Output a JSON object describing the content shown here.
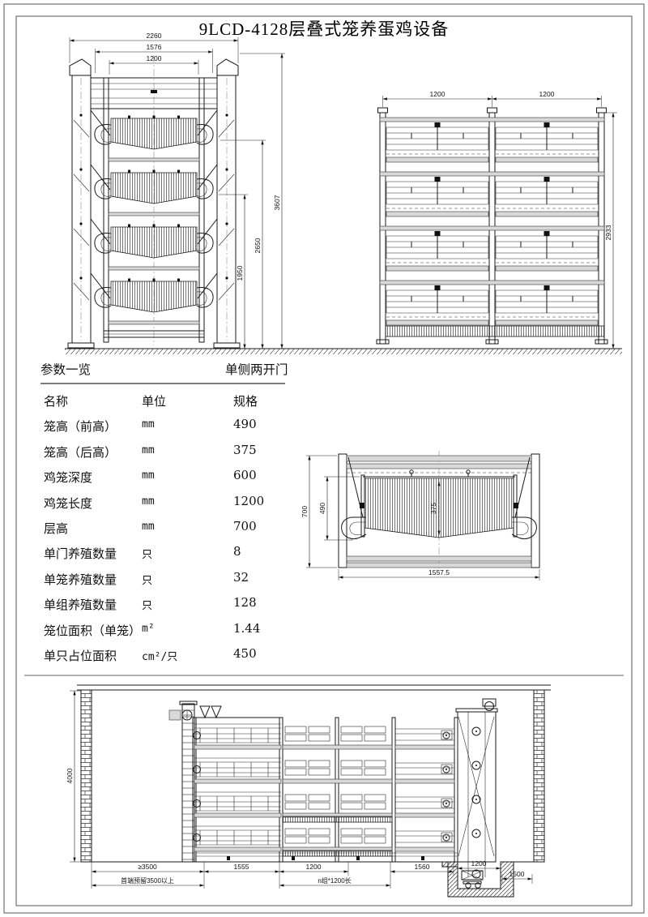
{
  "page": {
    "title": "9LCD-4128层叠式笼养蛋鸡设备"
  },
  "end_view": {
    "dim_width_total": "2260",
    "dim_width_mid": "1576",
    "dim_width_cage": "1200",
    "dim_height_1": "1950",
    "dim_height_2": "2650",
    "dim_height_3": "3607"
  },
  "front_view": {
    "dim_bay_1": "1200",
    "dim_bay_2": "1200",
    "dim_height": "2933"
  },
  "section_view": {
    "dim_tier_height": "700",
    "dim_front_height": "490",
    "dim_rear_height": "375",
    "dim_total_width": "1557.5"
  },
  "spec_table": {
    "title": "参数一览",
    "door_note": "单侧两开门",
    "columns": {
      "name": "名称",
      "unit": "单位",
      "spec": "规格"
    },
    "rows": [
      {
        "name": "笼高（前高）",
        "unit": "mm",
        "spec": "490"
      },
      {
        "name": "笼高（后高）",
        "unit": "mm",
        "spec": "375"
      },
      {
        "name": "鸡笼深度",
        "unit": "mm",
        "spec": "600"
      },
      {
        "name": "鸡笼长度",
        "unit": "mm",
        "spec": "1200"
      },
      {
        "name": "层高",
        "unit": "mm",
        "spec": "700"
      },
      {
        "name": "单门养殖数量",
        "unit": "只",
        "spec": "8"
      },
      {
        "name": "单笼养殖数量",
        "unit": "只",
        "spec": "32"
      },
      {
        "name": "单组养殖数量",
        "unit": "只",
        "spec": "128"
      },
      {
        "name": "笼位面积（单笼）",
        "unit": "m²",
        "spec": "1.44"
      },
      {
        "name": "单只占位面积",
        "unit": "cm²/只",
        "spec": "450"
      }
    ]
  },
  "layout_view": {
    "dim_wall_height": "4000",
    "dim_front_clearance": "≥3500",
    "note_front_clearance": "首端预留3500以上",
    "dim_drive_section": "1555",
    "dim_cage_bay": "1200",
    "note_cage_bays": "n组*1200长",
    "dim_rear_section": "1560",
    "dim_pit_width": "1200",
    "dim_pit_right": "1500"
  }
}
